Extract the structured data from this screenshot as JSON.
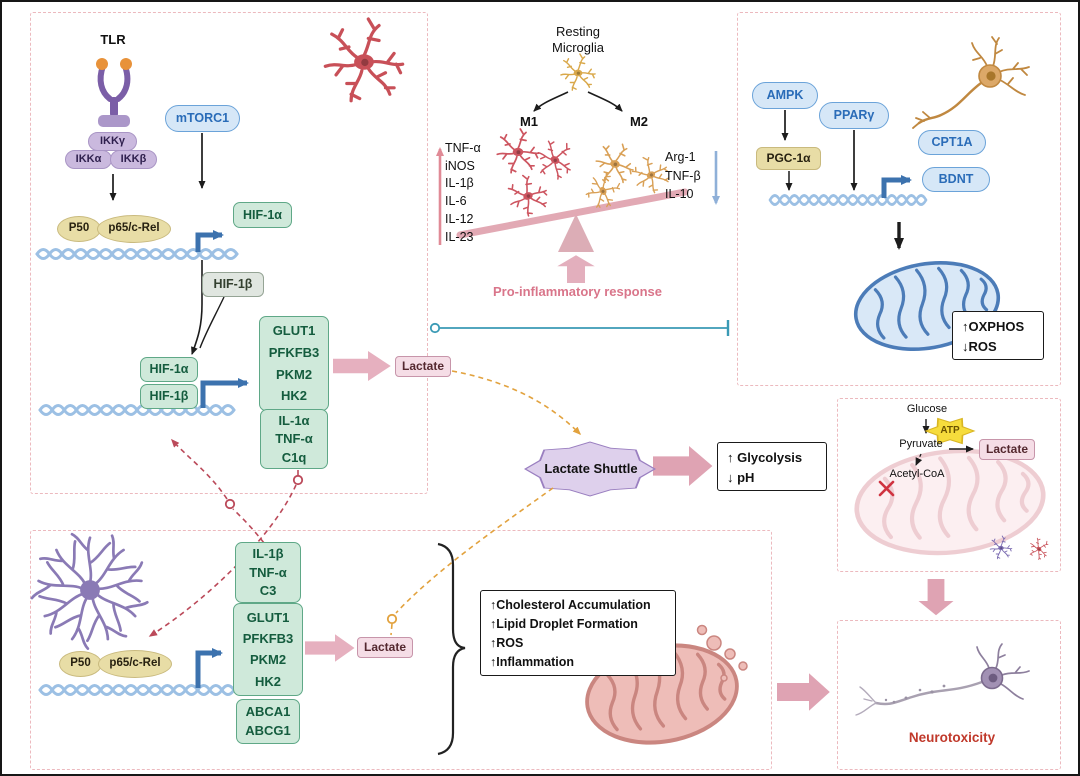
{
  "top_left": {
    "tlr": "TLR",
    "ikk_gamma": "IKKγ",
    "ikk_alpha": "IKKα",
    "ikk_beta": "IKKβ",
    "mtorc1": "mTORC1",
    "p50": "P50",
    "p65": "p65/c-Rel",
    "hif1a": "HIF-1α",
    "hif1b": "HIF-1β",
    "genes": [
      "GLUT1",
      "PFKFB3",
      "PKM2",
      "HK2"
    ],
    "cytokines": [
      "IL-1α",
      "TNF-α",
      "C1q"
    ],
    "lactate": "Lactate"
  },
  "microglia": {
    "resting": "Resting\nMicroglia",
    "m1": "M1",
    "m2": "M2",
    "m1_markers": [
      "TNF-α",
      "iNOS",
      "IL-1β",
      "IL-6",
      "IL-12",
      "IL-23"
    ],
    "m2_markers": [
      "Arg-1",
      "TNF-β",
      "IL-10"
    ],
    "response": "Pro-inflammatory response"
  },
  "shuttle": {
    "label": "Lactate Shuttle",
    "glycolysis": "↑ Glycolysis",
    "ph": "↓ pH"
  },
  "top_right": {
    "ampk": "AMPK",
    "pparg": "PPARγ",
    "pgc1a": "PGC-1α",
    "cpt1a": "CPT1A",
    "bdnt": "BDNT",
    "oxphos": "↑OXPHOS",
    "ros": "↓ROS"
  },
  "metabolism": {
    "glucose": "Glucose",
    "atp": "ATP",
    "pyruvate": "Pyruvate",
    "lactate": "Lactate",
    "acetyl_coa": "Acetyl-CoA"
  },
  "astrocyte": {
    "cytokines": [
      "IL-1β",
      "TNF-α",
      "C3"
    ],
    "p50": "P50",
    "p65": "p65/c-Rel",
    "genes": [
      "GLUT1",
      "PFKFB3",
      "PKM2",
      "HK2"
    ],
    "transporters": [
      "ABCA1",
      "ABCG1"
    ],
    "lactate": "Lactate",
    "effects": [
      "↑Cholesterol Accumulation",
      "↑Lipid Droplet Formation",
      "↑ROS",
      "↑Inflammation"
    ]
  },
  "neurotoxicity": "Neurotoxicity",
  "colors": {
    "green_box": "#cfe9da",
    "blue_pill": "#d6e7f7",
    "tan_box": "#e8dda6",
    "lactate_pink": "#f5dde6",
    "panel_dash": "#ecb9be",
    "inhibition_teal": "#3a9ab5",
    "response_pink": "#d9758a",
    "neurotoxicity_red": "#c0392b"
  }
}
